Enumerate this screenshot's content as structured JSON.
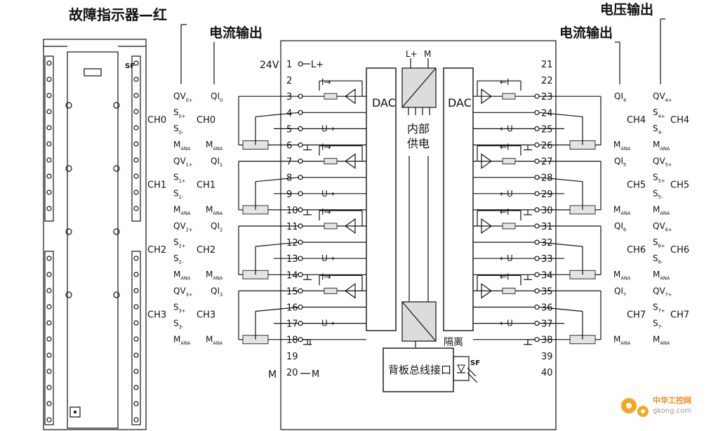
{
  "titles": {
    "fault_indicator": "故障指示器—红",
    "current_out_left": "电流输出",
    "current_out_right": "电流输出",
    "voltage_out_right": "电压输出"
  },
  "labels": {
    "sf_module": "SF",
    "dac_left": "DAC",
    "dac_right": "DAC",
    "lplus": "L+",
    "m_top": "M",
    "internal_supply": [
      "内部",
      "供电"
    ],
    "isolation": "隔离",
    "backplane": "背板总线接口",
    "sf_led": "SF",
    "v24": "24V",
    "m_bottom": "M",
    "pin1_lplus": "L+",
    "pin20_m": "M"
  },
  "pins_left": [
    "1",
    "2",
    "3",
    "4",
    "5",
    "6",
    "7",
    "8",
    "9",
    "10",
    "11",
    "12",
    "13",
    "14",
    "15",
    "16",
    "17",
    "18",
    "19",
    "20"
  ],
  "pins_right": [
    "21",
    "22",
    "23",
    "24",
    "25",
    "26",
    "27",
    "28",
    "29",
    "30",
    "31",
    "32",
    "33",
    "34",
    "35",
    "36",
    "37",
    "38",
    "39",
    "40"
  ],
  "channels_left": [
    {
      "ch": "CH0",
      "qv": "QV",
      "qvs": "0+",
      "qi": "QI",
      "qis": "0",
      "sp": "0+",
      "sm": "0-"
    },
    {
      "ch": "CH1",
      "qv": "QV",
      "qvs": "1+",
      "qi": "QI",
      "qis": "1",
      "sp": "1+",
      "sm": "1-"
    },
    {
      "ch": "CH2",
      "qv": "QV",
      "qvs": "2+",
      "qi": "QI",
      "qis": "2",
      "sp": "2+",
      "sm": "2-"
    },
    {
      "ch": "CH3",
      "qv": "QV",
      "qvs": "3+",
      "qi": "QI",
      "qis": "3",
      "sp": "3+",
      "sm": "3-"
    }
  ],
  "channels_right": [
    {
      "ch": "CH4",
      "qv": "QV",
      "qvs": "4+",
      "qi": "QI",
      "qis": "4",
      "sp": "4+",
      "sm": "4-"
    },
    {
      "ch": "CH5",
      "qv": "QV",
      "qvs": "5+",
      "qi": "QI",
      "qis": "5",
      "sp": "5+",
      "sm": "5-"
    },
    {
      "ch": "CH6",
      "qv": "QV",
      "qvs": "6+",
      "qi": "QI",
      "qis": "6",
      "sp": "6+",
      "sm": "6-"
    },
    {
      "ch": "CH7",
      "qv": "QV",
      "qvs": "7+",
      "qi": "QI",
      "qis": "7",
      "sp": "7+",
      "sm": "7-"
    }
  ],
  "common": {
    "s": "S",
    "m": "M",
    "ana": "ANA",
    "i_arrow_l": "I→",
    "u_arrow_l": "U→",
    "i_arrow_r": "←I",
    "u_arrow_r": "←U"
  },
  "watermark": {
    "brand": "中华工控网",
    "url": "gkong.com"
  }
}
